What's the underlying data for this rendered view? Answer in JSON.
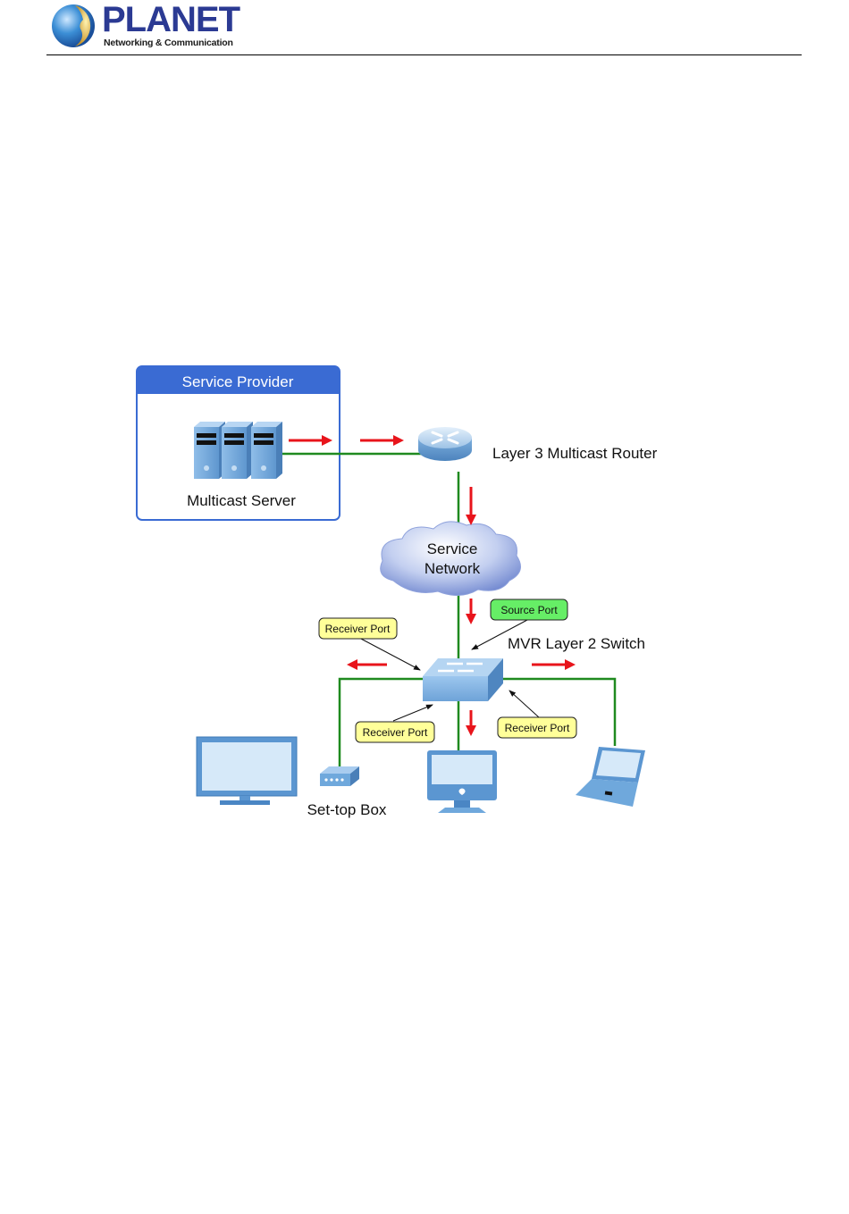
{
  "header": {
    "brand": "PLANET",
    "tagline": "Networking & Communication"
  },
  "diagram": {
    "service_provider_title": "Service Provider",
    "multicast_server_label": "Multicast Server",
    "router_label": "Layer 3 Multicast Router",
    "cloud_label_line1": "Service",
    "cloud_label_line2": "Network",
    "source_port_label": "Source Port",
    "switch_label": "MVR Layer 2 Switch",
    "receiver_port_label_top_left": "Receiver Port",
    "receiver_port_label_bottom_left": "Receiver Port",
    "receiver_port_label_bottom_right": "Receiver Port",
    "settop_label": "Set-top Box",
    "colors": {
      "provider_blue": "#3a6bd3",
      "link_green": "#1f8a1f",
      "flow_red": "#e8141b",
      "device_blue": "#6fa8dc",
      "receiver_yellow": "#ffff99",
      "source_green": "#66ee66"
    }
  }
}
